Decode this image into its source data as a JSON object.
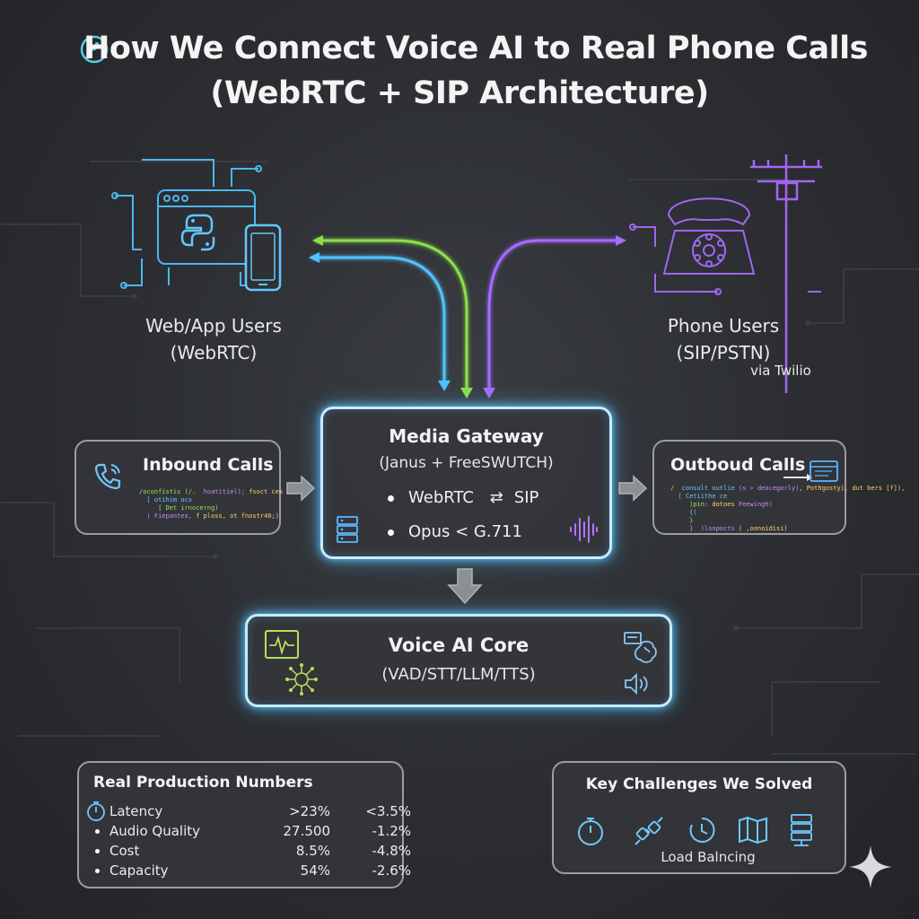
{
  "title": {
    "line1": "How We Connect Voice AI to Real Phone Calls",
    "line2": "(WebRTC + SIP Architecture)"
  },
  "web_users": {
    "line1": "Web/App Users",
    "line2": "(WebRTC)"
  },
  "phone_users": {
    "line1": "Phone Users",
    "line2": "(SIP/PSTN)",
    "via": "via Twilio"
  },
  "inbound": {
    "title": "Inbound Calls"
  },
  "outbound": {
    "title": "Outboud Calls"
  },
  "gateway": {
    "title": "Media Gateway",
    "subtitle": "(Janus + FreeSWUTCH)",
    "bullet1_left": "WebRTC",
    "bullet1_symbol": "⇄",
    "bullet1_right": "SIP",
    "bullet2": "Opus < G.711"
  },
  "core": {
    "title": "Voice AI Core",
    "subtitle": "(VAD/STT/LLM/TTS)"
  },
  "numbers": {
    "title": "Real Production Numbers",
    "rows": [
      {
        "label": "Latency",
        "v1": ">23%",
        "v2": "<3.5%"
      },
      {
        "label": "Audio Quality",
        "v1": "27.500",
        "v2": "-1.2%"
      },
      {
        "label": "Cost",
        "v1": "8.5%",
        "v2": "-4.8%"
      },
      {
        "label": "Capacity",
        "v1": "54%",
        "v2": "-2.6%"
      }
    ]
  },
  "challenges": {
    "title": "Key Challenges We Solved",
    "caption": "Load Balncing"
  },
  "colors": {
    "blue": "#4fc3ff",
    "green": "#8be04a",
    "purple": "#a66bff",
    "glow": "#c8ecff"
  },
  "icons": [
    "python-icon",
    "browser-window-icon",
    "smartphone-icon",
    "rotary-phone-icon",
    "telephone-pole-icon",
    "phone-handset-icon",
    "server-icon",
    "waveform-icon",
    "heartbeat-monitor-icon",
    "neural-network-icon",
    "brain-icon",
    "speaker-icon",
    "stopwatch-icon",
    "plug-icon",
    "clock-icon",
    "map-icon",
    "sparkle-icon"
  ]
}
